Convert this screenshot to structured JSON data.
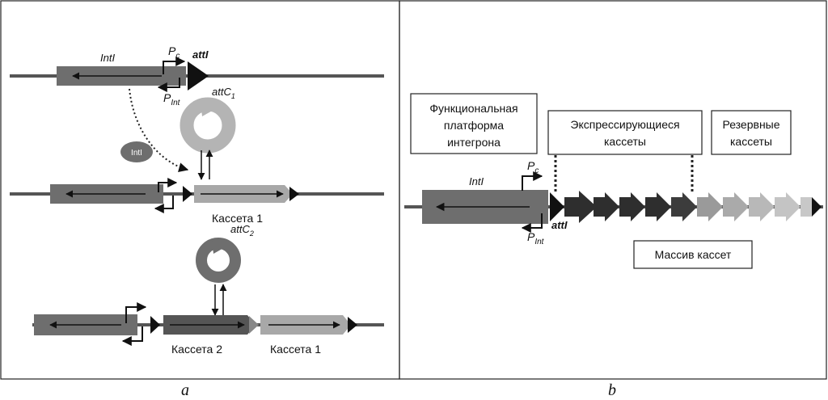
{
  "panel_a": {
    "intl_label": "IntI",
    "pc_label": "P",
    "pc_sub": "c",
    "pint_label": "P",
    "pint_sub": "Int",
    "atti_label": "attI",
    "attc1_label": "attC",
    "attc1_sub": "1",
    "attc2_label": "attC",
    "attc2_sub": "2",
    "protein_label": "IntI",
    "cassette1_label": "Кассета 1",
    "cassette2_label": "Кассета 2",
    "cassette1b_label": "Кассета 1",
    "caption": "a"
  },
  "panel_b": {
    "platform_label_1": "Функциональная",
    "platform_label_2": "платформа",
    "platform_label_3": "интегрона",
    "expressing_label_1": "Экспрессирующиеся",
    "expressing_label_2": "кассеты",
    "reserve_label_1": "Резервные",
    "reserve_label_2": "кассеты",
    "intl_label": "IntI",
    "pc_label": "P",
    "pc_sub": "c",
    "pint_label": "P",
    "pint_sub": "Int",
    "atti_label": "attI",
    "array_label": "Массив кассет",
    "caption": "b"
  },
  "colors": {
    "dark_gene": "#6e6e6e",
    "medium_gene": "#9a9a9a",
    "light_gene": "#b4b4b4",
    "expressed_cassette": "#2e2e2e",
    "reserve_cassette": "#a8a8a8",
    "dna_line": "#555555"
  }
}
